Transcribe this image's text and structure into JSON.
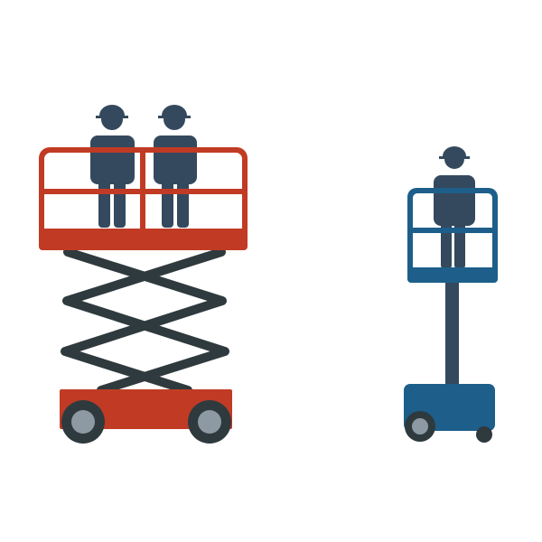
{
  "illustration": {
    "subjects": [
      "scissor-lift",
      "vertical-mast-lift"
    ],
    "scissor_lift_workers": 2,
    "mast_lift_workers": 1
  },
  "colors": {
    "background": "#ffffff",
    "scissor_lift": "#c13b24",
    "mast_lift": "#1d5f8a",
    "worker": "#34495e",
    "mechanism": "#2f3a3e",
    "wheel_hub": "#8d9aa3"
  }
}
